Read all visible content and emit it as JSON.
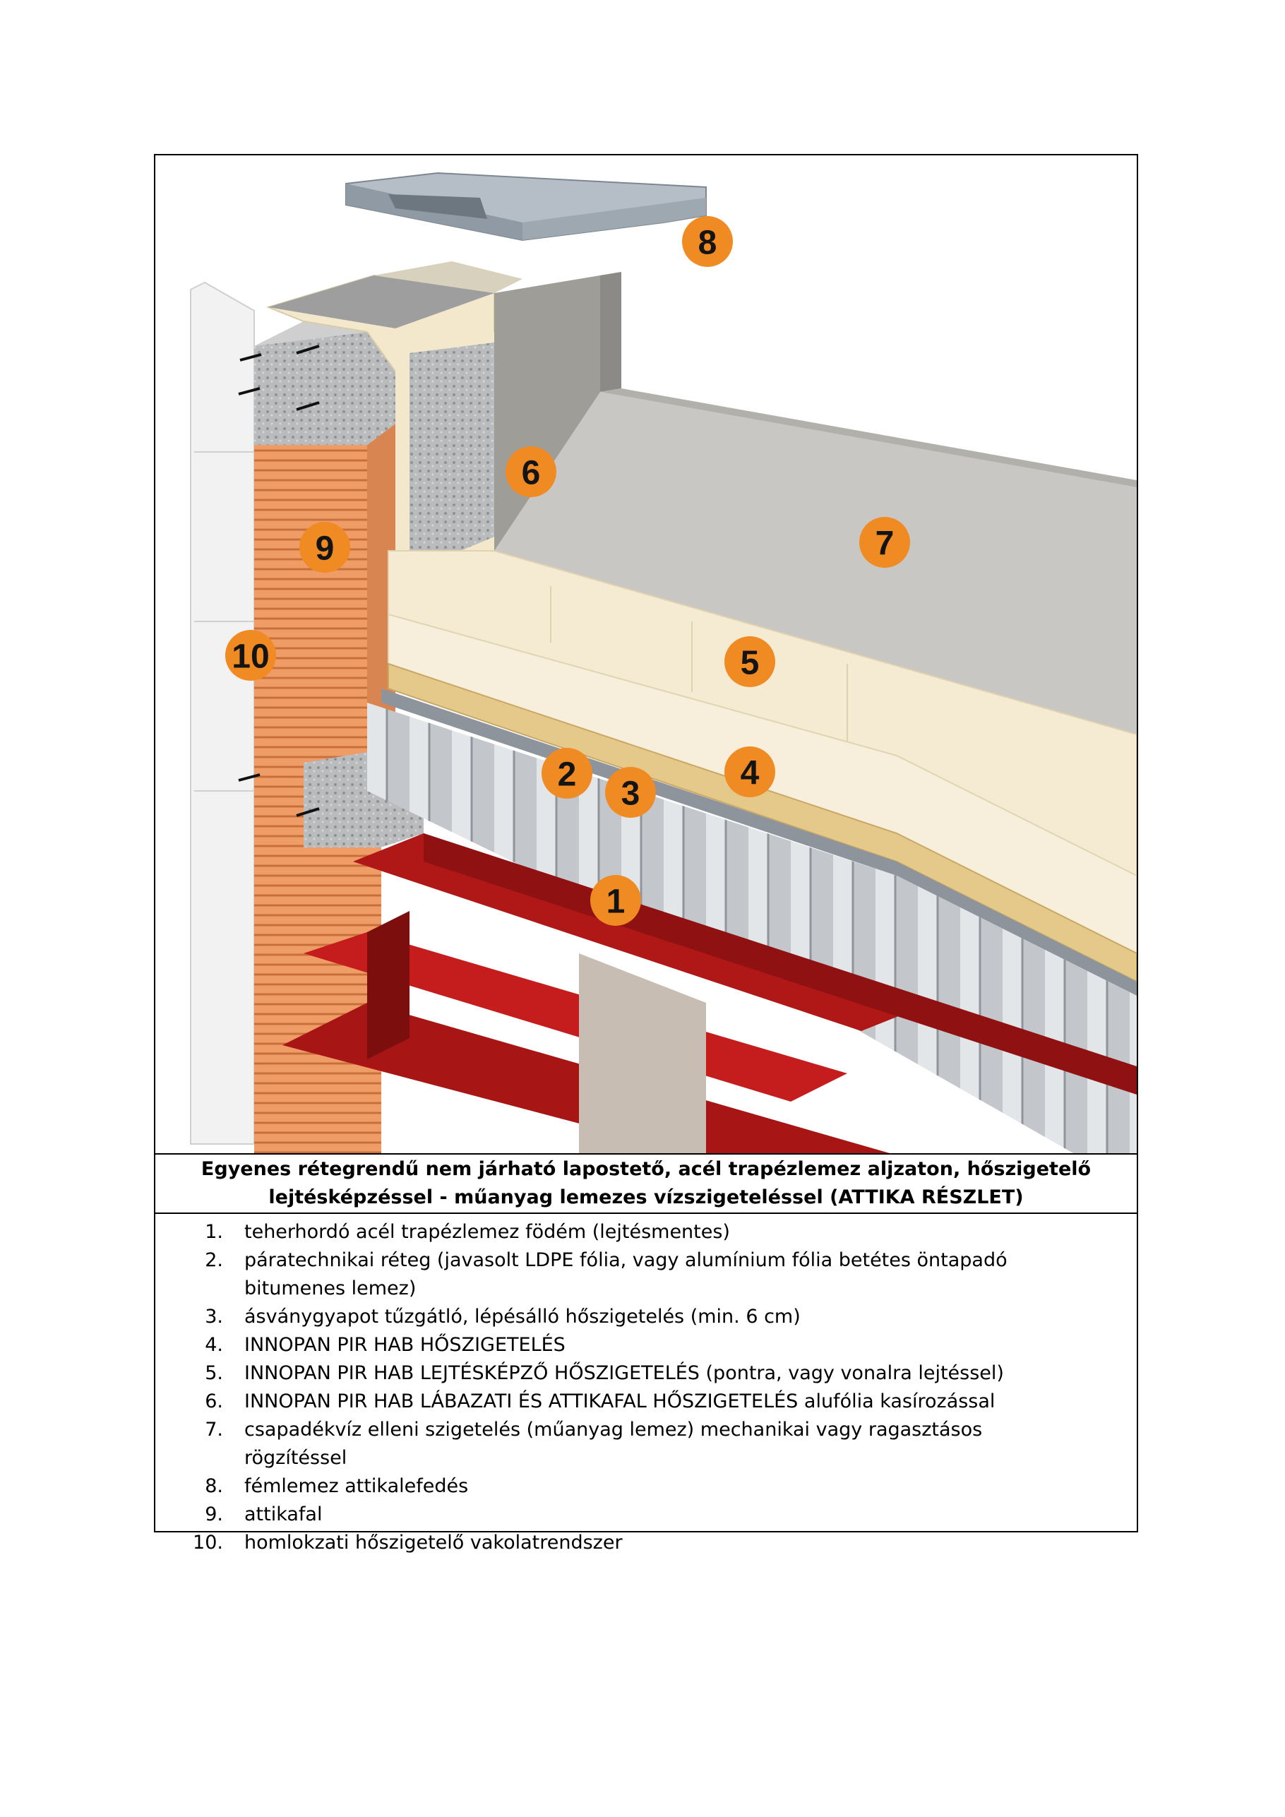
{
  "diagram": {
    "labels": [
      {
        "id": "8",
        "text": "8"
      },
      {
        "id": "6",
        "text": "6"
      },
      {
        "id": "7",
        "text": "7"
      },
      {
        "id": "9",
        "text": "9"
      },
      {
        "id": "10",
        "text": "10"
      },
      {
        "id": "5",
        "text": "5"
      },
      {
        "id": "2",
        "text": "2"
      },
      {
        "id": "3",
        "text": "3"
      },
      {
        "id": "4",
        "text": "4"
      },
      {
        "id": "1",
        "text": "1"
      }
    ]
  },
  "caption": {
    "line1": "Egyenes rétegrendű nem járható lapostető, acél trapézlemez aljzaton, hőszigetelő",
    "line2": "lejtésképzéssel - műanyag lemezes vízszigeteléssel (ATTIKA RÉSZLET)"
  },
  "legend": [
    {
      "num": "1.",
      "text": "teherhordó acél trapézlemez födém (lejtésmentes)"
    },
    {
      "num": "2.",
      "text": "páratechnikai réteg (javasolt LDPE fólia, vagy alumínium fólia betétes öntapadó bitumenes lemez)"
    },
    {
      "num": "3.",
      "text": "ásványgyapot tűzgátló, lépésálló hőszigetelés (min. 6 cm)"
    },
    {
      "num": "4.",
      "text": "INNOPAN PIR HAB HŐSZIGETELÉS"
    },
    {
      "num": "5.",
      "text": "INNOPAN PIR HAB LEJTÉSKÉPZŐ HŐSZIGETELÉS (pontra, vagy vonalra lejtéssel)"
    },
    {
      "num": "6.",
      "text": "INNOPAN PIR HAB LÁBAZATI ÉS ATTIKAFAL HŐSZIGETELÉS alufólia kasírozással"
    },
    {
      "num": "7.",
      "text": "csapadékvíz elleni szigetelés (műanyag lemez) mechanikai vagy ragasztásos rögzítéssel"
    },
    {
      "num": "8.",
      "text": "fémlemez attikalefedés"
    },
    {
      "num": "9.",
      "text": "attikafal"
    },
    {
      "num": "10.",
      "text": "homlokzati hőszigetelő vakolatrendszer"
    }
  ],
  "colors": {
    "badge": "#f08a22",
    "steel": "#b01818",
    "brick": "#ef9c66",
    "insulation": "#f3e7cc",
    "membrane": "#b7b6b1",
    "metal": "#a9b4be"
  }
}
